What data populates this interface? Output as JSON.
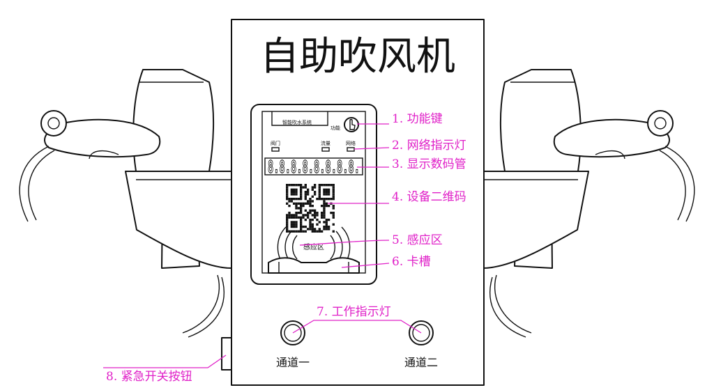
{
  "title": "自助吹风机",
  "screen": {
    "system_label": "智能吹水系统",
    "function_label": "功能",
    "indicators": [
      "阀门",
      "流量",
      "网络"
    ],
    "display_digits": "8.8.8.8.8.8.8.8.",
    "sensor_label": "感应区"
  },
  "channels": {
    "left": "通道一",
    "right": "通道二"
  },
  "callouts": [
    {
      "label": "1. 功能键"
    },
    {
      "label": "2. 网络指示灯"
    },
    {
      "label": "3. 显示数码管"
    },
    {
      "label": "4. 设备二维码"
    },
    {
      "label": "5. 感应区"
    },
    {
      "label": "6. 卡槽"
    },
    {
      "label": "7. 工作指示灯"
    },
    {
      "label": "8. 紧急开关按钮"
    }
  ],
  "colors": {
    "line": "#111111",
    "callout": "#e020c8",
    "background": "#ffffff"
  },
  "icons": [
    "hand-touch-icon",
    "qr-code-icon",
    "nfc-wave-icon",
    "hair-dryer-left",
    "hair-dryer-right"
  ]
}
